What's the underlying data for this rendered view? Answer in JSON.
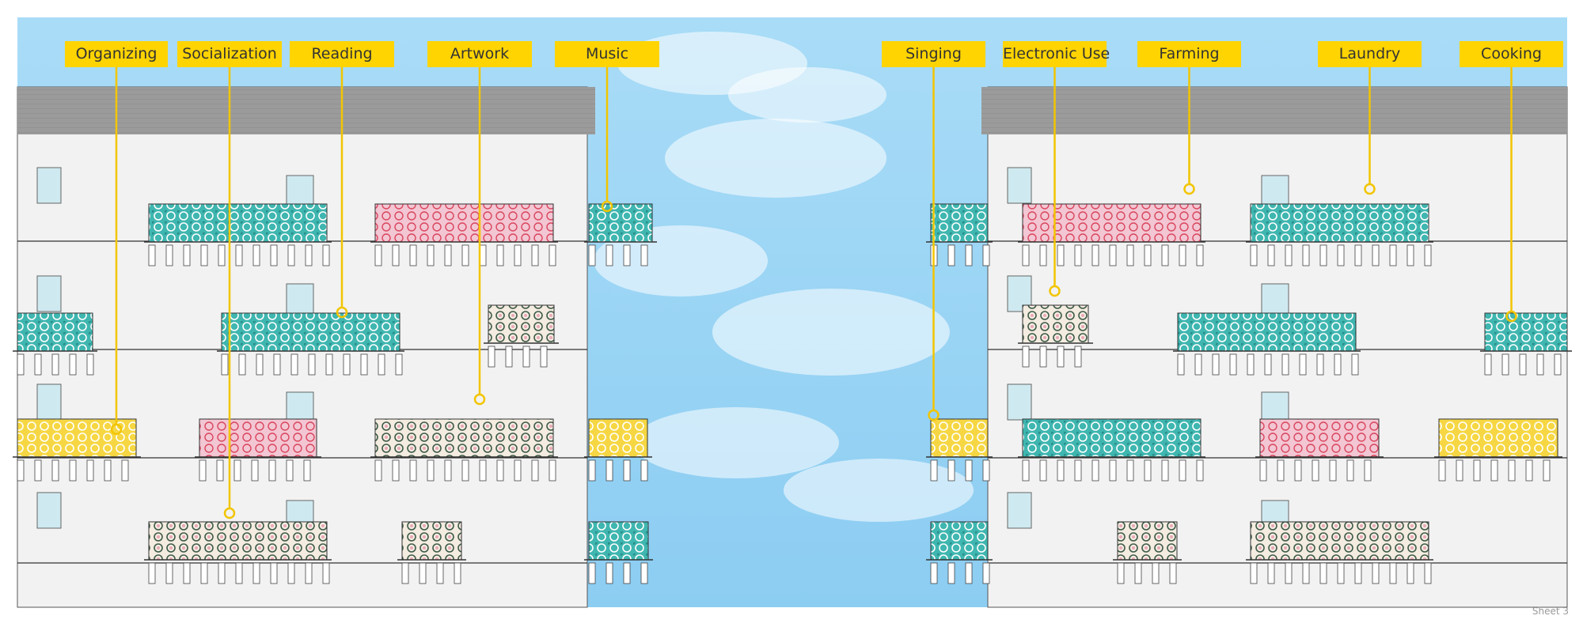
{
  "diagram": {
    "labels_left": [
      {
        "text": "Organizing",
        "key": "organizing"
      },
      {
        "text": "Socialization",
        "key": "socialization"
      },
      {
        "text": "Reading",
        "key": "reading"
      },
      {
        "text": "Artwork",
        "key": "artwork"
      },
      {
        "text": "Music",
        "key": "music"
      }
    ],
    "labels_right": [
      {
        "text": "Singing",
        "key": "singing"
      },
      {
        "text": "Electronic Use",
        "key": "electronic-use"
      },
      {
        "text": "Farming",
        "key": "farming"
      },
      {
        "text": "Laundry",
        "key": "laundry"
      },
      {
        "text": "Cooking",
        "key": "cooking"
      }
    ],
    "sheet_label": "Sheet 3"
  },
  "colors": {
    "label_bg": "#ffd400",
    "leader_line": "#f2c500",
    "sky": "#9fd7f5",
    "facade": "#f2f2f2",
    "roof": "#9a9a9a",
    "teal_panel": "#3fb6b0",
    "pink_panel": "#f0b8c8",
    "yellow_panel": "#f4d23a"
  }
}
